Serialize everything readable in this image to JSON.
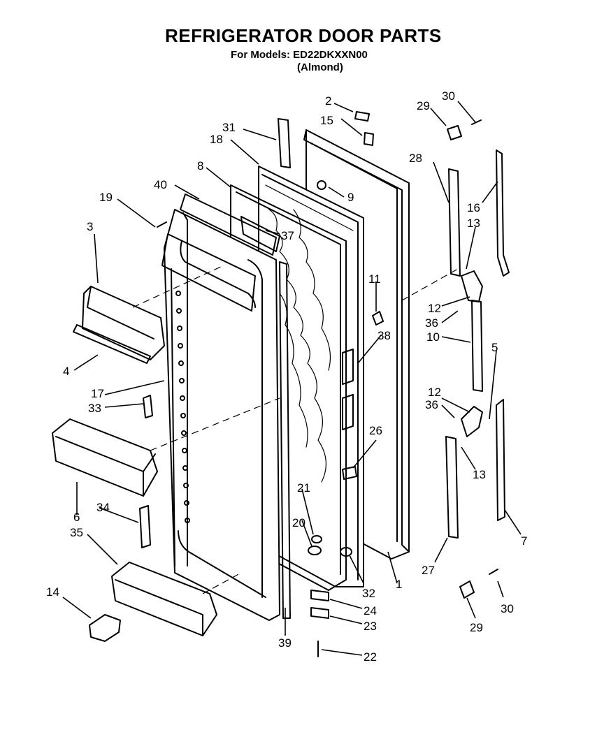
{
  "header": {
    "title": "REFRIGERATOR DOOR PARTS",
    "models_line": "For Models: ED22DKXXN00",
    "color_line": "(Almond)"
  },
  "part_labels": [
    "1",
    "2",
    "3",
    "4",
    "5",
    "6",
    "7",
    "8",
    "9",
    "10",
    "11",
    "12",
    "12",
    "13",
    "13",
    "14",
    "15",
    "16",
    "17",
    "18",
    "19",
    "20",
    "21",
    "22",
    "23",
    "24",
    "26",
    "27",
    "28",
    "29",
    "29",
    "30",
    "30",
    "31",
    "32",
    "33",
    "34",
    "35",
    "36",
    "36",
    "37",
    "38",
    "39",
    "40"
  ]
}
